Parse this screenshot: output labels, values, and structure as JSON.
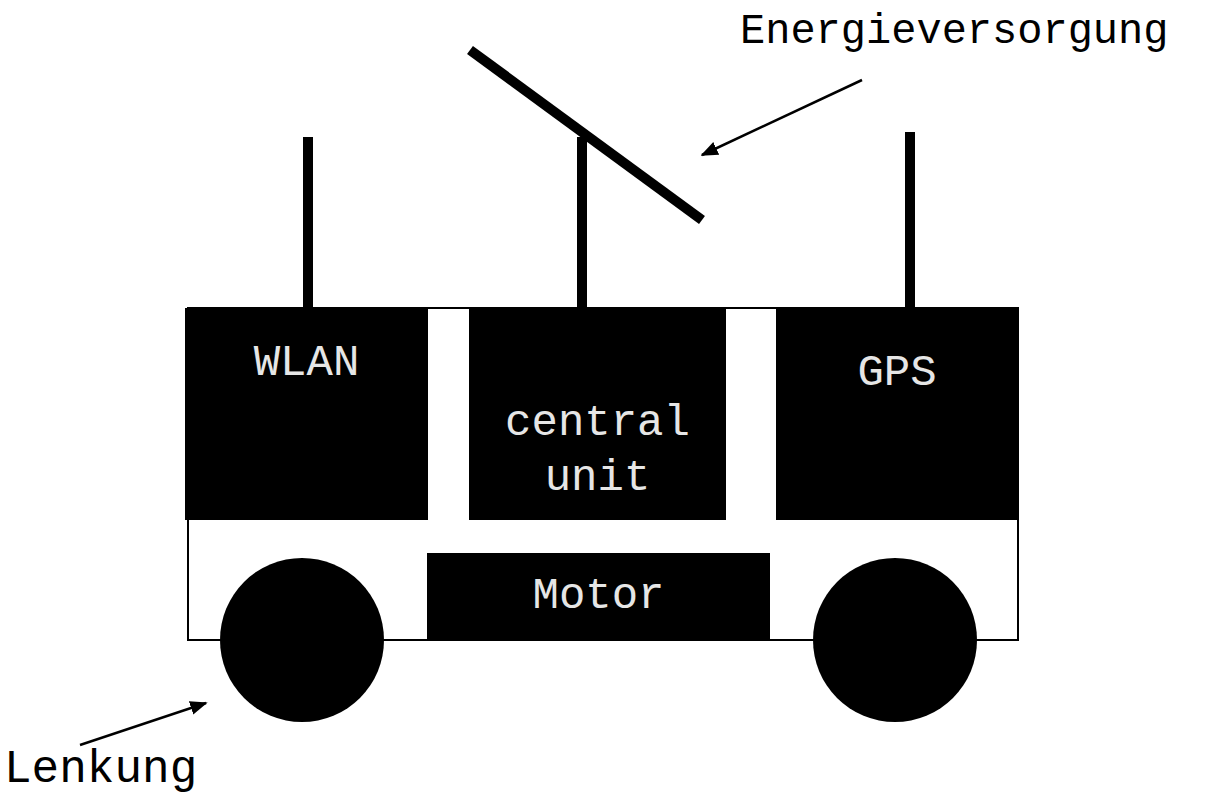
{
  "diagram": {
    "nodes": [
      {
        "text": [
          "WLAN"
        ]
      },
      {
        "text": [
          "central unit"
        ]
      },
      {
        "text": [
          "GPS"
        ]
      },
      {
        "text": [
          "Motor"
        ]
      }
    ],
    "labels": [
      "Energieversorgung",
      "Lenkung"
    ]
  }
}
